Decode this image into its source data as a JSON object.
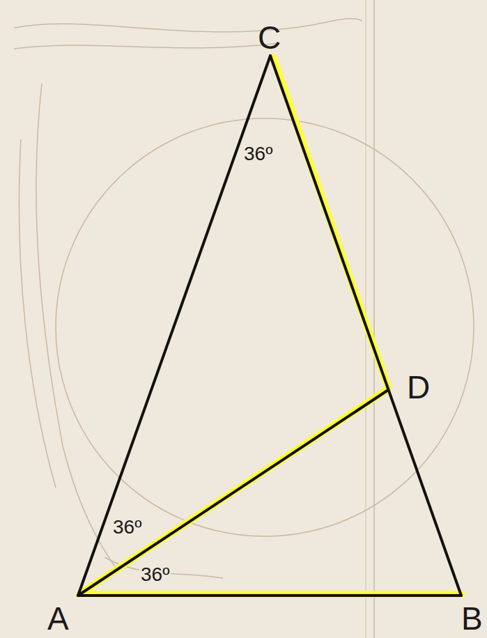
{
  "diagram": {
    "labels": [
      "C",
      "36º",
      "D",
      "36º",
      "36º",
      "A",
      "B"
    ]
  }
}
